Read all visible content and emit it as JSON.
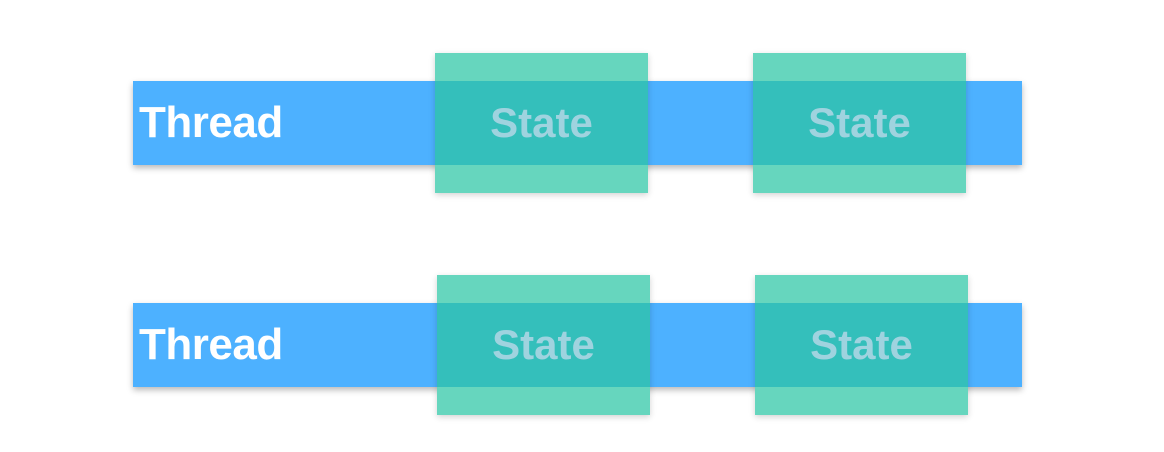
{
  "colors": {
    "thread": "#4DB1FF",
    "state_fill": "#66D6BE",
    "state_overlap": "#34BFBB",
    "state_text": "#9FD3DF"
  },
  "rows": [
    {
      "thread_label": "Thread",
      "states": [
        {
          "label": "State"
        },
        {
          "label": "State"
        }
      ]
    },
    {
      "thread_label": "Thread",
      "states": [
        {
          "label": "State"
        },
        {
          "label": "State"
        }
      ]
    }
  ]
}
